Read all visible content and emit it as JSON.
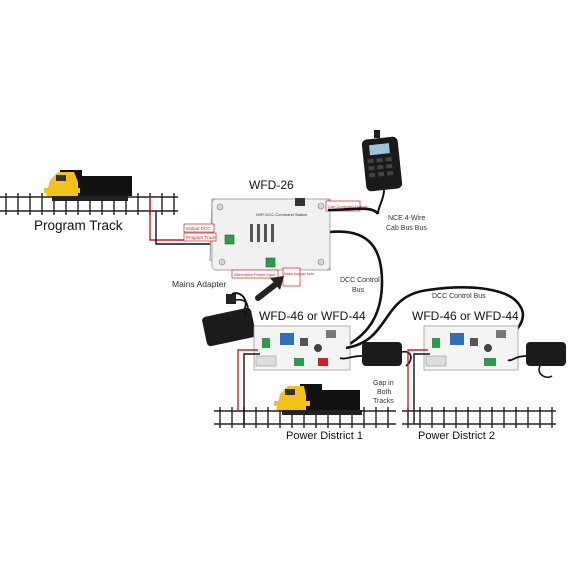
{
  "labels": {
    "program_track": "Program Track",
    "wfd26": "WFD-26",
    "nce_cab_bus": [
      "NCE 4-Wire",
      "Cab Bus Bus"
    ],
    "mains_adapter": "Mains Adapter",
    "dcc_control_bus_left": [
      "DCC Control",
      "Bus"
    ],
    "dcc_control_bus_top": "DCC Control Bus",
    "wfd_left": "WFD-46 or WFD-44",
    "wfd_right": "WFD-46 or WFD-44",
    "gap": [
      "Gap in",
      "Both",
      "Tracks"
    ],
    "power_district_1": "Power District 1",
    "power_district_2": "Power District 2"
  },
  "wfd26_annotations": {
    "output_dcc": "Output DCC",
    "program_track": "Program Track",
    "cab_bus_output": "Cab Controller Output",
    "alt_power": "Alternative Power Input",
    "mains_adapter_input": "Mains Adapter Input",
    "brand": "WIFI DCC Command Station"
  },
  "colors": {
    "loco_yellow": "#f2c21a",
    "loco_black": "#111111",
    "wire_red": "#d21f1f",
    "wire_black": "#111111",
    "track": "#222222",
    "board": "#f4f4f4",
    "terminal_green": "#2e9a4a"
  }
}
